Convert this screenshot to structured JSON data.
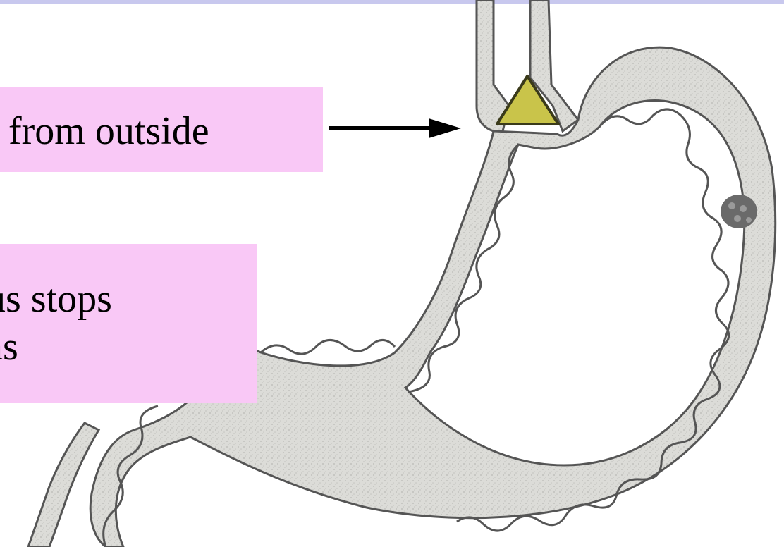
{
  "labels": {
    "outside": "from outside",
    "vagus_line1": "gus stops",
    "vagus_line2": "ns"
  },
  "colors": {
    "label_background": "#f9c8f6",
    "top_band": "#c8c8ee",
    "stomach_fill": "#dcdcd8",
    "stomach_outline": "#555555",
    "triangle_fill": "#c9c44a",
    "arrow": "#000000"
  },
  "icons": {
    "marker": "triangle-marker-icon",
    "arrow": "arrow-right-icon"
  }
}
